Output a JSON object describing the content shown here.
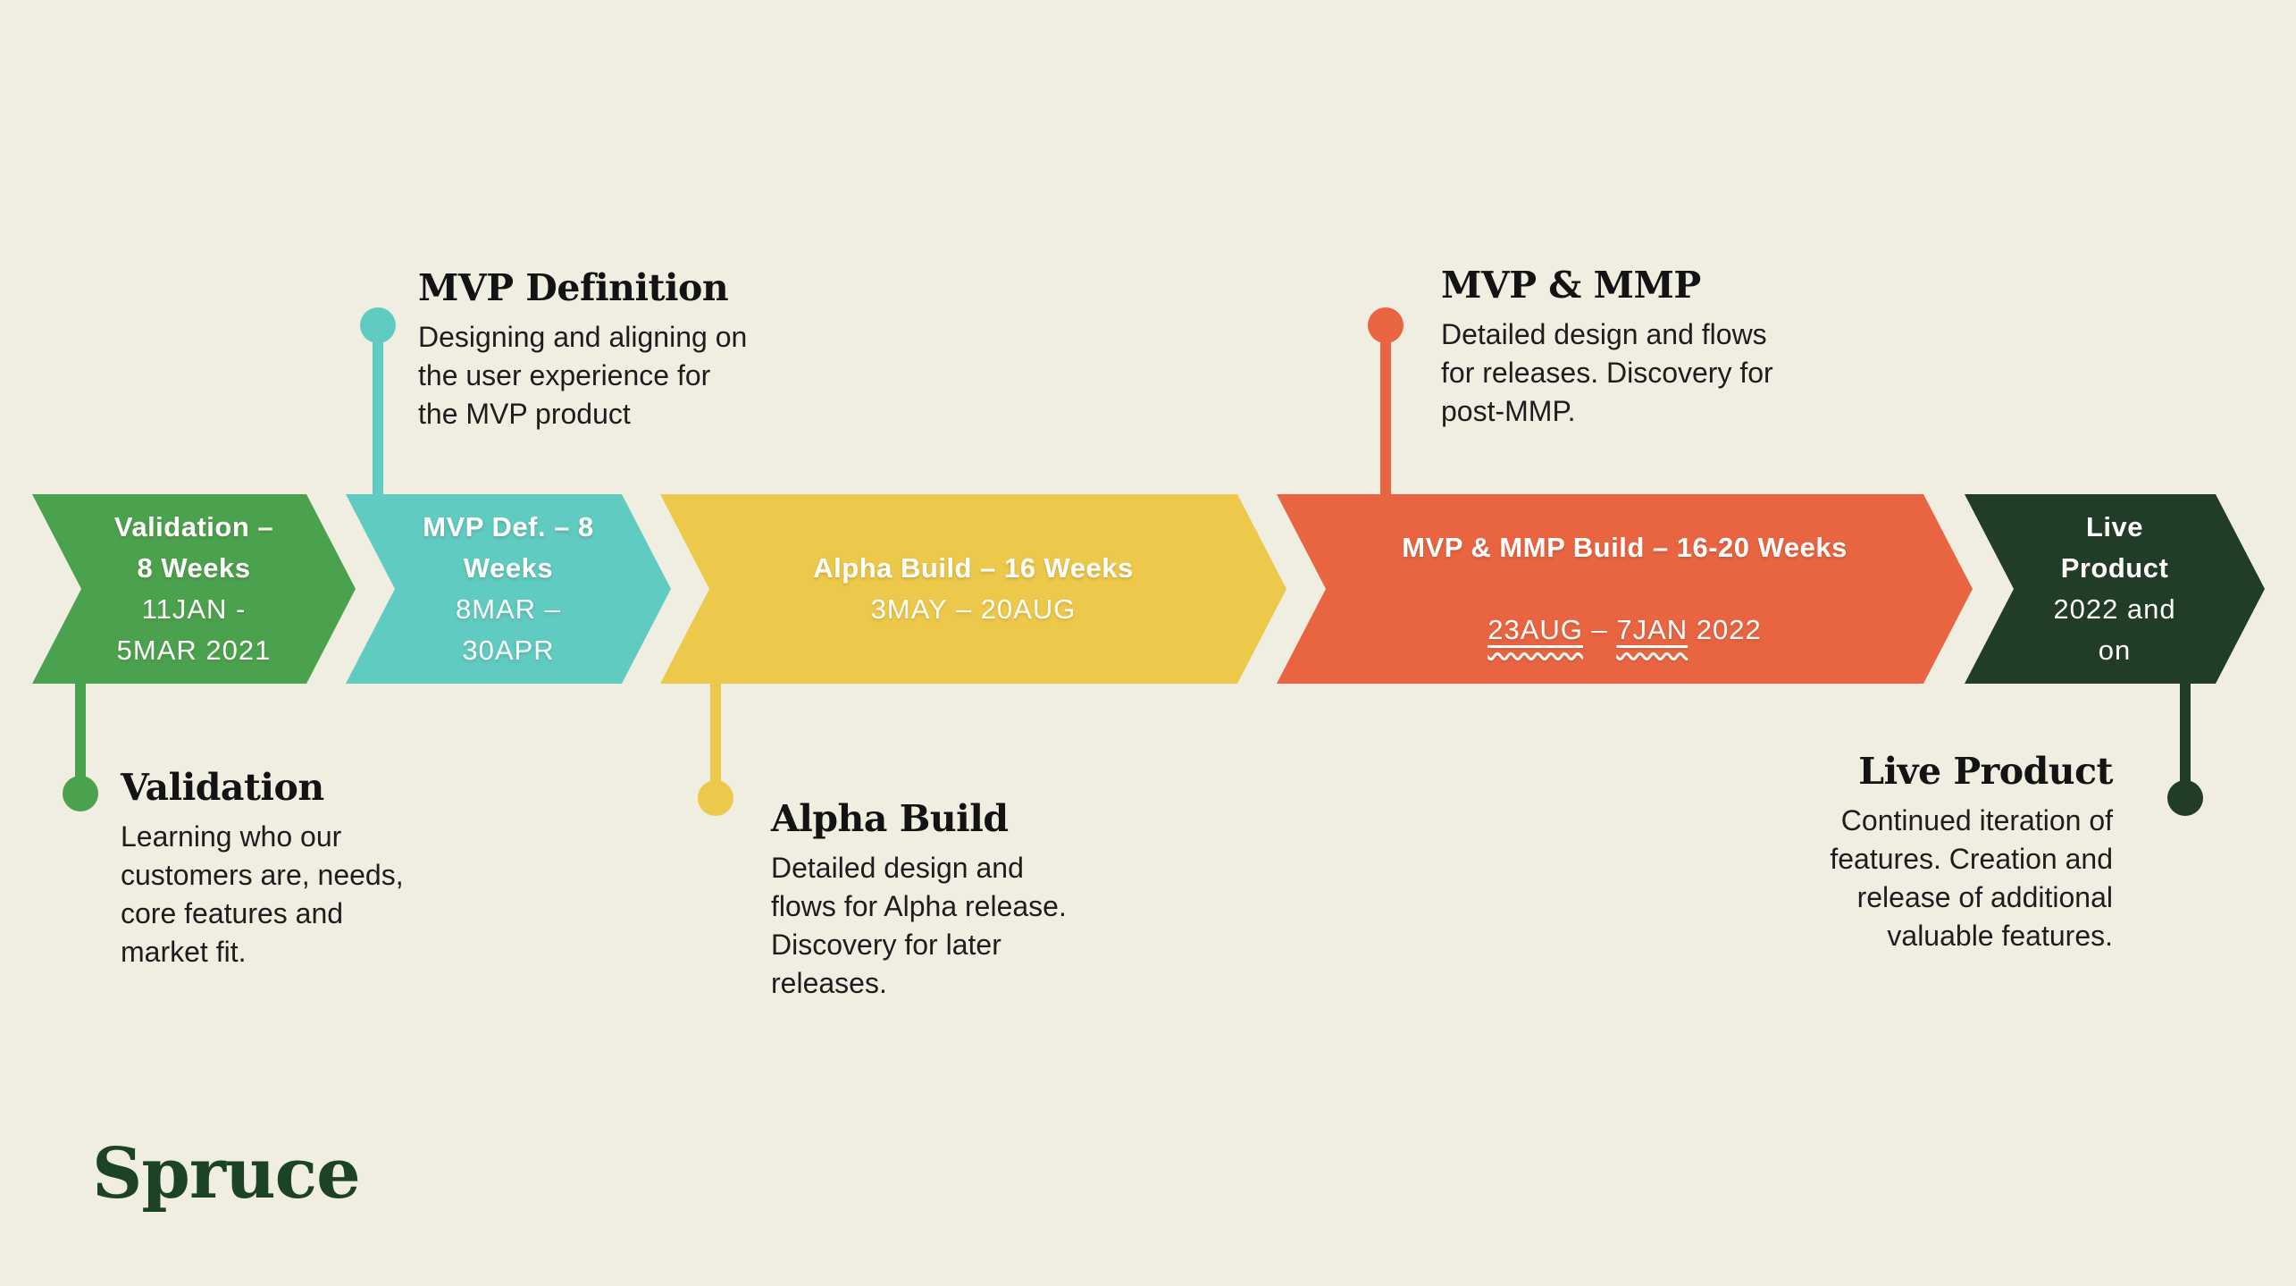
{
  "background_color": "#F0EDE1",
  "brand": {
    "logo_text": "Spruce",
    "logo_color": "#1C4323"
  },
  "timeline": {
    "segments": [
      {
        "id": "validation",
        "color": "#4BA24E",
        "title": "Validation –\n8 Weeks",
        "dates": "11JAN -\n5MAR  2021"
      },
      {
        "id": "mvp-definition",
        "color": "#5FCBC1",
        "title": "MVP Def. – 8\nWeeks",
        "dates": "8MAR –\n30APR"
      },
      {
        "id": "alpha-build",
        "color": "#EDC94B",
        "title": "Alpha Build – 16 Weeks",
        "dates": "3MAY – 20AUG"
      },
      {
        "id": "mvp-mmp-build",
        "color": "#E96542",
        "title": "MVP & MMP Build – 16-20 Weeks",
        "dates_parts": {
          "underlined_1": "23AUG",
          "separator": " – ",
          "underlined_2": "7JAN",
          "tail": " 2022"
        }
      },
      {
        "id": "live-product",
        "color": "#213D28",
        "title": "Live\nProduct",
        "dates": "2022 and\non"
      }
    ]
  },
  "callouts": [
    {
      "id": "mvp-definition",
      "position": "top",
      "dot_color": "#5FCBC1",
      "title": "MVP Definition",
      "body": "Designing and aligning on\nthe user experience for\nthe MVP product"
    },
    {
      "id": "mvp-mmp",
      "position": "top",
      "dot_color": "#E96542",
      "title": "MVP & MMP",
      "body": "Detailed design and flows\nfor releases. Discovery for\npost-MMP."
    },
    {
      "id": "validation",
      "position": "bottom",
      "dot_color": "#4BA24E",
      "title": "Validation",
      "body": "Learning who our\ncustomers are, needs,\ncore features and\nmarket fit."
    },
    {
      "id": "alpha-build",
      "position": "bottom",
      "dot_color": "#EDC94B",
      "title": "Alpha Build",
      "body": "Detailed design and\nflows for Alpha release.\nDiscovery for later\nreleases."
    },
    {
      "id": "live-product",
      "position": "bottom",
      "dot_color": "#213D28",
      "title": "Live Product",
      "body": "Continued iteration of\nfeatures. Creation and\nrelease of additional\nvaluable features."
    }
  ]
}
